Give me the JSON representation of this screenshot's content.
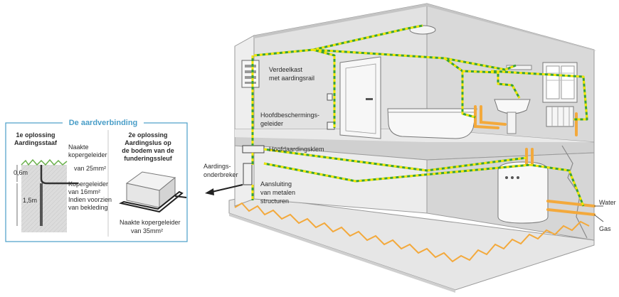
{
  "inset": {
    "title": "De aardverbinding",
    "option1": {
      "title_line1": "1e oplossing",
      "title_line2": "Aardingsstaaf",
      "label_naked_line1": "Naakte",
      "label_naked_line2": "kopergeleider",
      "label_naked_line3": "van 25mm²",
      "label_copper_line1": "Kopergeleider",
      "label_copper_line2": "van 16mm²",
      "label_copper_line3": "Indien voorzien",
      "label_copper_line4": "van bekleding",
      "depth_top": "0,6m",
      "depth_rod": "1,5m"
    },
    "option2": {
      "title_line1": "2e oplossing",
      "title_line2": "Aardingslus op",
      "title_line3": "de bodem van de",
      "title_line4": "funderingssleuf",
      "label_line1": "Naakte kopergeleider",
      "label_line2": "van 35mm²"
    }
  },
  "labels": {
    "verdeelkast_line1": "Verdeelkast",
    "verdeelkast_line2": "met aardingsrail",
    "hoofdbeschermings_line1": "Hoofdbeschermings-",
    "hoofdbeschermings_line2": "geleider",
    "hoofdaardingsklem": "Hoofdaardingsklem",
    "aardings_line1": "Aardings-",
    "aardings_line2": "onderbreker",
    "aansluiting_line1": "Aansluiting",
    "aansluiting_line2": "van metalen",
    "aansluiting_line3": "structuren",
    "water": "Water",
    "gas": "Gas"
  },
  "colors": {
    "wire_green": "#3aa335",
    "wire_yellow": "#f2e600",
    "pipe_orange": "#f3a93c",
    "wall_grey": "#d9d9d9",
    "accent_blue": "#4a9ec8"
  }
}
